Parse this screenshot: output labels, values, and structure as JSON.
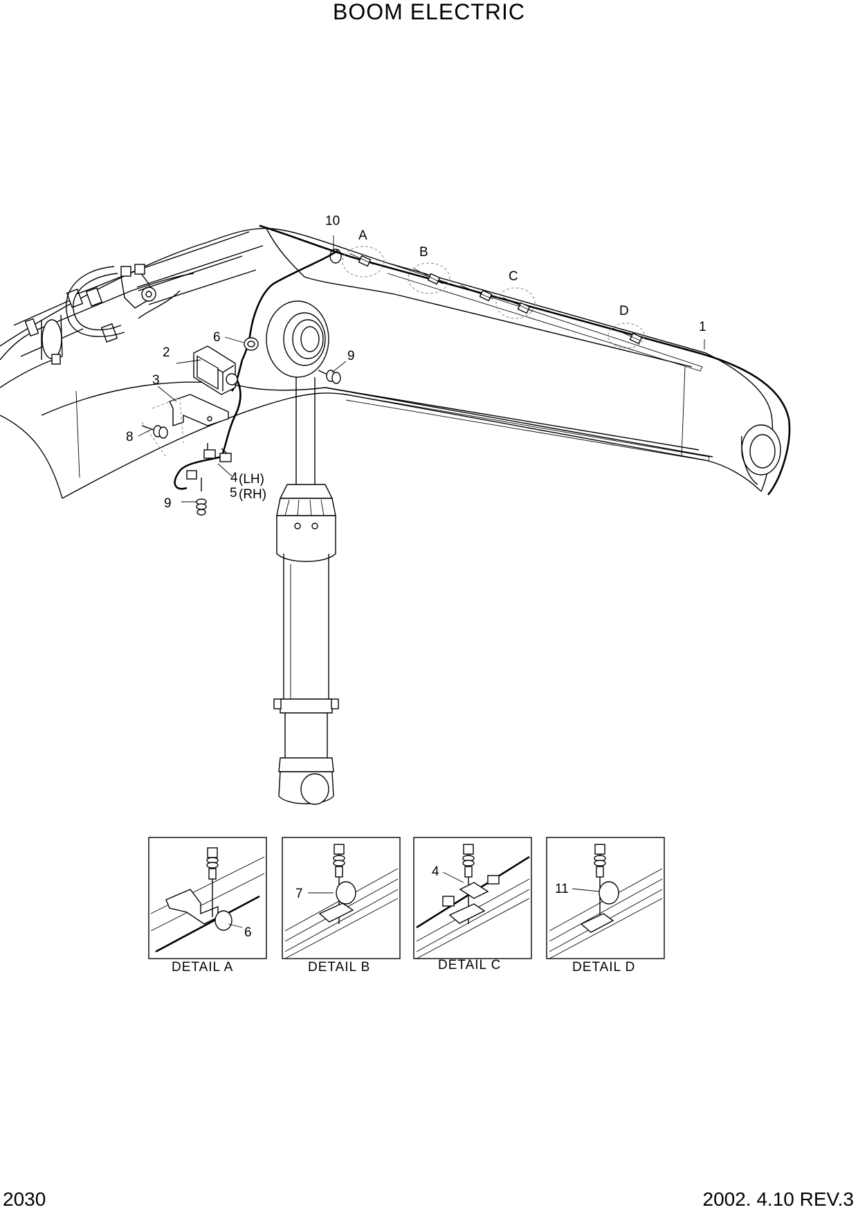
{
  "title": "BOOM ELECTRIC",
  "page_number": "2030",
  "revision": "2002. 4.10 REV.3",
  "callouts": {
    "c1": "1",
    "c2": "2",
    "c3": "3",
    "c4": "4",
    "c4_side": "(LH)",
    "c5": "5",
    "c5_side": "(RH)",
    "c6": "6",
    "c8": "8",
    "c9a": "9",
    "c9b": "9",
    "c10": "10",
    "A": "A",
    "B": "B",
    "C": "C",
    "D": "D"
  },
  "details": [
    {
      "label": "DETAIL  A",
      "callout": "6"
    },
    {
      "label": "DETAIL  B",
      "callout": "7"
    },
    {
      "label": "DETAIL  C",
      "callout": "4"
    },
    {
      "label": "DETAIL  D",
      "callout": "11"
    }
  ]
}
